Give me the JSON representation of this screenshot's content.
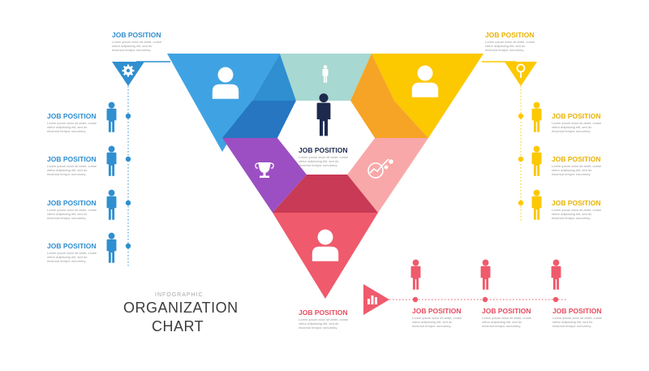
{
  "colors": {
    "blue": "#2f8fd0",
    "blue_dark": "#2676c2",
    "teal": "#a7d8d1",
    "yellow": "#fcc800",
    "orange": "#f6a425",
    "purple": "#9c4fc2",
    "pink": "#f8a8a8",
    "red": "#ef5a6c",
    "crimson": "#c83a55",
    "navy": "#1d2a4e"
  },
  "center": {
    "label": "JOB POSITION",
    "desc": "Lorem ipsum dolor sit amet, conse ctetur adipiscing elit, sed do eiusmod tempor nonummy."
  },
  "left": {
    "head_label": "JOB POSITION",
    "head_desc": "Lorem ipsum dolor sit amet, conse ctetur adipiscing elit, sed do eiusmod tempor nonummy.",
    "items": [
      {
        "label": "JOB POSITION",
        "desc": "Lorem ipsum dolor sit amet, conse ctetur adipiscing elit, sed do eiusmod tempor nonummy."
      },
      {
        "label": "JOB POSITION",
        "desc": "Lorem ipsum dolor sit amet, conse ctetur adipiscing elit, sed do eiusmod tempor nonummy."
      },
      {
        "label": "JOB POSITION",
        "desc": "Lorem ipsum dolor sit amet, conse ctetur adipiscing elit, sed do eiusmod tempor nonummy."
      },
      {
        "label": "JOB POSITION",
        "desc": "Lorem ipsum dolor sit amet, conse ctetur adipiscing elit, sed do eiusmod tempor nonummy."
      }
    ]
  },
  "right": {
    "head_label": "JOB POSITION",
    "head_desc": "Lorem ipsum dolor sit amet, conse ctetur adipiscing elit, sed do eiusmod tempor nonummy.",
    "items": [
      {
        "label": "JOB POSITION",
        "desc": "Lorem ipsum dolor sit amet, conse ctetur adipiscing elit, sed do eiusmod tempor nonummy."
      },
      {
        "label": "JOB POSITION",
        "desc": "Lorem ipsum dolor sit amet, conse ctetur adipiscing elit, sed do eiusmod tempor nonummy."
      },
      {
        "label": "JOB POSITION",
        "desc": "Lorem ipsum dolor sit amet, conse ctetur adipiscing elit, sed do eiusmod tempor nonummy."
      }
    ]
  },
  "bottom": {
    "head_label": "JOB POSITION",
    "head_desc": "Lorem ipsum dolor sit amet, conse ctetur adipiscing elit, sed do eiusmod tempor nonummy.",
    "items": [
      {
        "label": "JOB POSITION",
        "desc": "Lorem ipsum dolor sit amet, conse ctetur adipiscing elit, sed do eiusmod tempor nonummy."
      },
      {
        "label": "JOB POSITION",
        "desc": "Lorem ipsum dolor sit amet, conse ctetur adipiscing elit, sed do eiusmod tempor nonummy."
      },
      {
        "label": "JOB POSITION",
        "desc": "Lorem ipsum dolor sit amet, conse ctetur adipiscing elit, sed do eiusmod tempor nonummy."
      }
    ]
  },
  "title": {
    "subtitle": "INFOGRAPHIC",
    "line1": "ORGANIZATION",
    "line2": "CHART"
  },
  "icons": {
    "left_badge": "gear-icon",
    "right_badge": "magnifier-icon",
    "bottom_badge": "bar-chart-icon",
    "top_left_segment": "person-bust-icon",
    "top_middle_segment": "person-icon",
    "top_right_segment": "person-bust-icon",
    "left_segment": "trophy-icon",
    "right_segment": "growth-chart-icon",
    "bottom_segment": "person-bust-icon",
    "center": "person-icon"
  }
}
